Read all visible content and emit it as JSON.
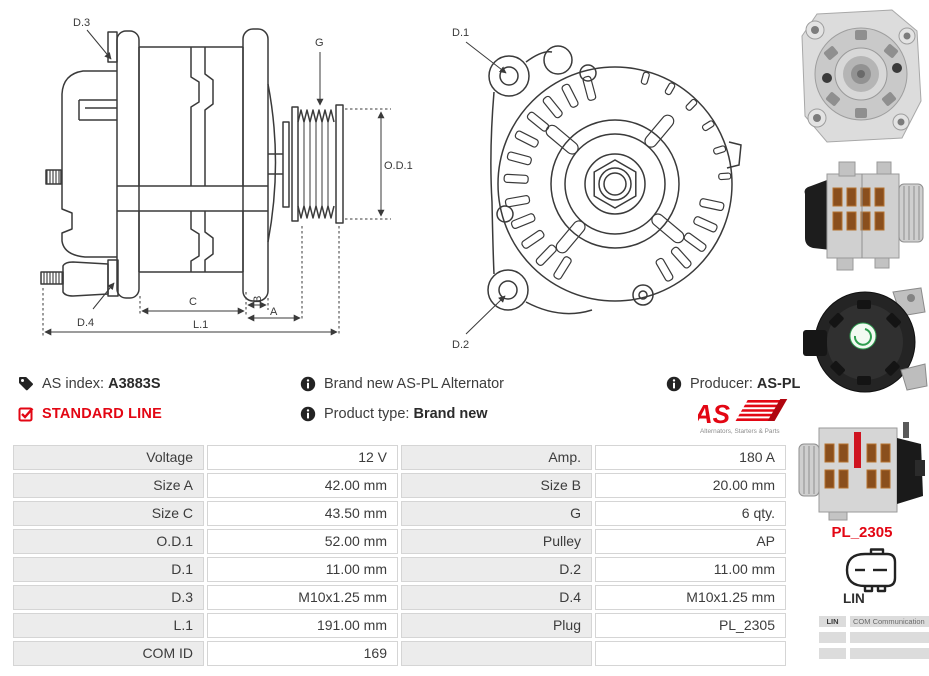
{
  "drawing_side": {
    "d3": "D.3",
    "g": "G",
    "od1": "O.D.1",
    "d4": "D.4",
    "c": "C",
    "b": "B",
    "a": "A",
    "l1": "L.1"
  },
  "drawing_front": {
    "d1": "D.1",
    "d2": "D.2"
  },
  "info": {
    "as_index_label": "AS index:",
    "as_index_value": "A3883S",
    "standard_line": "STANDARD LINE",
    "brand_new_text": "Brand new AS-PL Alternator",
    "product_type_label": "Product type:",
    "product_type_value": "Brand new",
    "producer_label": "Producer:",
    "producer_value": "AS-PL",
    "logo_text": "AS",
    "logo_tagline": "Alternators, Starters & Parts"
  },
  "spec_table": {
    "rows": [
      {
        "l1": "Voltage",
        "v1": "12 V",
        "l2": "Amp.",
        "v2": "180 A"
      },
      {
        "l1": "Size A",
        "v1": "42.00 mm",
        "l2": "Size B",
        "v2": "20.00 mm"
      },
      {
        "l1": "Size C",
        "v1": "43.50 mm",
        "l2": "G",
        "v2": "6 qty."
      },
      {
        "l1": "O.D.1",
        "v1": "52.00 mm",
        "l2": "Pulley",
        "v2": "AP"
      },
      {
        "l1": "D.1",
        "v1": "11.00 mm",
        "l2": "D.2",
        "v2": "11.00 mm"
      },
      {
        "l1": "D.3",
        "v1": "M10x1.25 mm",
        "l2": "D.4",
        "v2": "M10x1.25 mm"
      },
      {
        "l1": "L.1",
        "v1": "191.00 mm",
        "l2": "Plug",
        "v2": "PL_2305"
      },
      {
        "l1": "COM ID",
        "v1": "169",
        "l2": "",
        "v2": ""
      }
    ]
  },
  "sidebar": {
    "plug_code": "PL_2305",
    "plug_name": "LIN",
    "plug_table": [
      {
        "key": "LIN",
        "value": "COM Communication"
      },
      {
        "key": "",
        "value": ""
      },
      {
        "key": "",
        "value": ""
      }
    ]
  },
  "colors": {
    "accent_red": "#e30613",
    "line": "#3a3a3a",
    "table_label_bg": "#ececec"
  }
}
